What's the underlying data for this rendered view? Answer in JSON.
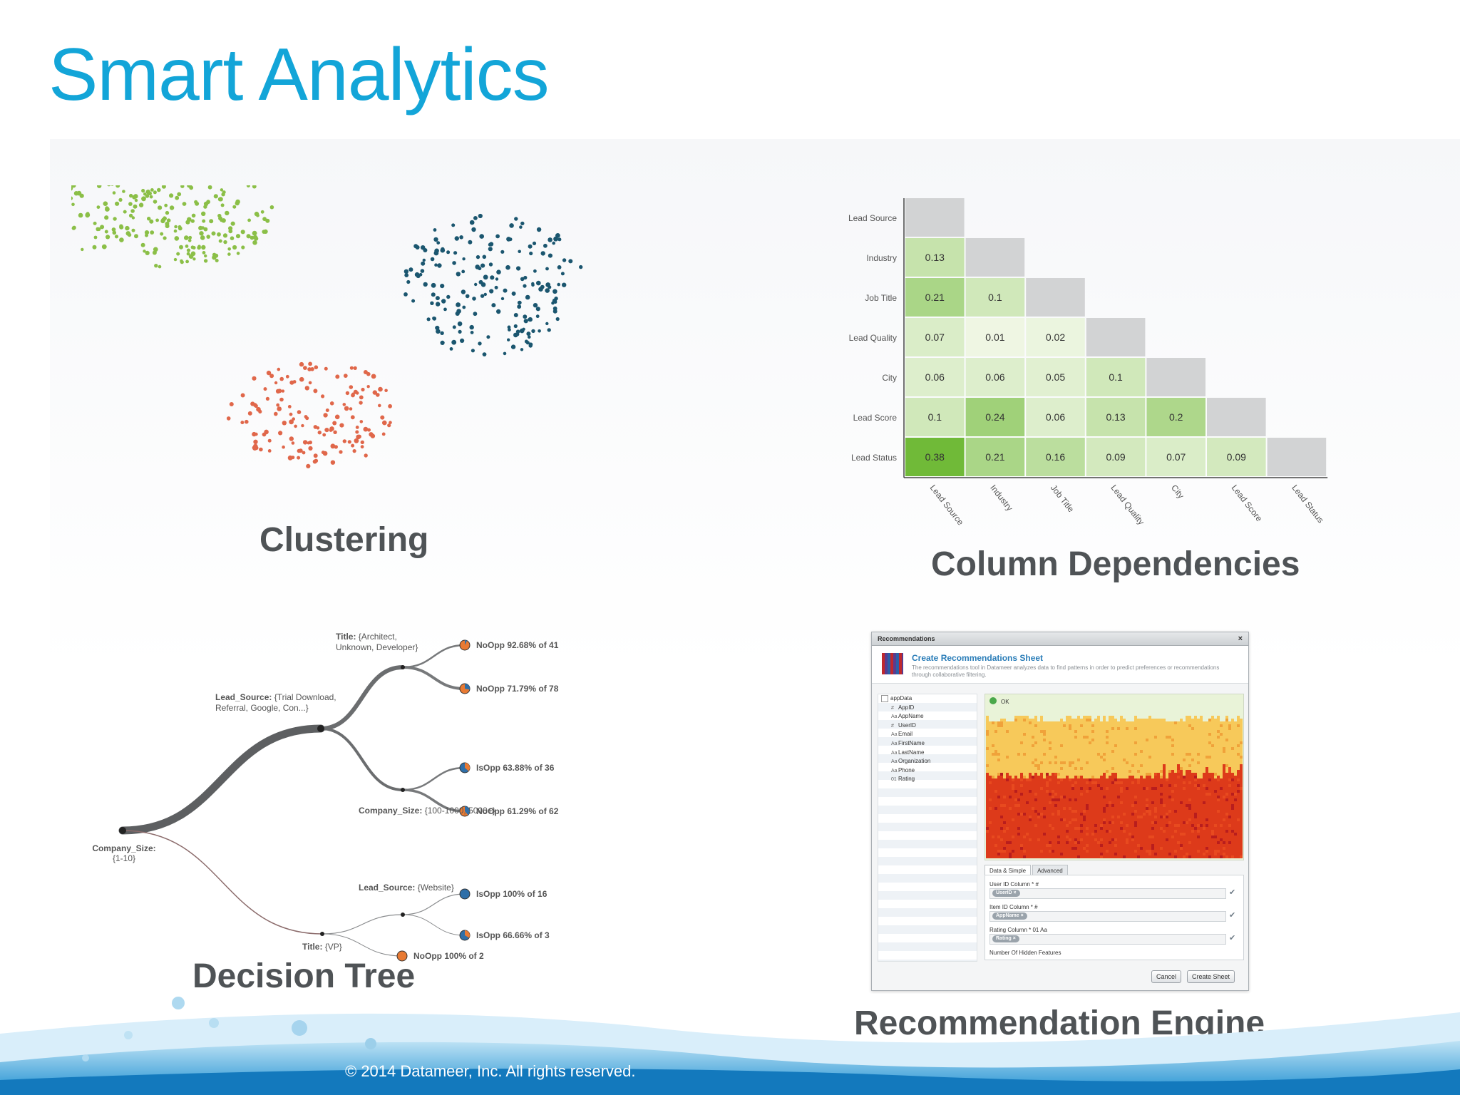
{
  "slide": {
    "title": "Smart Analytics",
    "footer": "© 2014 Datameer, Inc. All rights reserved."
  },
  "panels": {
    "clustering": {
      "caption": "Clustering"
    },
    "column_dependencies": {
      "caption": "Column Dependencies"
    },
    "decision_tree": {
      "caption": "Decision Tree"
    },
    "recommendation_engine": {
      "caption": "Recommendation Engine"
    }
  },
  "colors": {
    "title_blue": "#13a5d8",
    "caption_gray": "#4f5356",
    "cluster_green": "#8bbf47",
    "cluster_blue": "#1b566f",
    "cluster_red": "#e0674a",
    "footer_wave": "#1d8fd1"
  },
  "chart_data": [
    {
      "type": "scatter",
      "title": "",
      "clusters": [
        {
          "name": "",
          "color": "#8bbf47",
          "center": [
            230,
            300
          ],
          "spread": [
            155,
            75
          ],
          "count": 260
        },
        {
          "name": "",
          "color": "#1b566f",
          "center": [
            690,
            400
          ],
          "spread": [
            130,
            100
          ],
          "count": 190
        },
        {
          "name": "",
          "color": "#e0674a",
          "center": [
            440,
            580
          ],
          "spread": [
            120,
            75
          ],
          "count": 150
        }
      ]
    },
    {
      "type": "heatmap",
      "title": "",
      "rows": [
        "Lead Source",
        "Industry",
        "Job Title",
        "Lead Quality",
        "City",
        "Lead Score",
        "Lead Status"
      ],
      "cols": [
        "Lead Source",
        "Industry",
        "Job Title",
        "Lead Quality",
        "City",
        "Lead Score",
        "Lead Status"
      ],
      "cells": [
        [
          null,
          null,
          null,
          null,
          null,
          null,
          null
        ],
        [
          "0.13",
          null,
          null,
          null,
          null,
          null,
          null
        ],
        [
          "0.21",
          "0.1",
          null,
          null,
          null,
          null,
          null
        ],
        [
          "0.07",
          "0.01",
          "0.02",
          null,
          null,
          null,
          null
        ],
        [
          "0.06",
          "0.06",
          "0.05",
          "0.1",
          null,
          null,
          null
        ],
        [
          "0.1",
          "0.24",
          "0.06",
          "0.13",
          "0.2",
          null,
          null
        ],
        [
          "0.38",
          "0.21",
          "0.16",
          "0.09",
          "0.07",
          "0.09",
          null
        ]
      ]
    },
    {
      "type": "tree",
      "title": "",
      "internal_labels": [
        {
          "bold": "Company_Size:",
          "rest": "{1-10}"
        },
        {
          "bold": "Lead_Source:",
          "rest": "{Trial Download,",
          "rest2": "Referral, Google, Con...}"
        },
        {
          "bold": "Title:",
          "rest": "{Architect,",
          "rest2": "Unknown, Developer}"
        },
        {
          "bold": "Company_Size:",
          "rest": "{100-1000, 5000+}"
        },
        {
          "bold": "Title:",
          "rest": "{VP}"
        },
        {
          "bold": "Lead_Source:",
          "rest": "{Website}"
        }
      ],
      "leaves": [
        {
          "label": "NoOpp 92.68% of 41",
          "outcome": "NoOpp",
          "share": 0.9268
        },
        {
          "label": "NoOpp 71.79% of 78",
          "outcome": "NoOpp",
          "share": 0.7179
        },
        {
          "label": "IsOpp 63.88% of 36",
          "outcome": "IsOpp",
          "share": 0.6388
        },
        {
          "label": "NoOpp 61.29% of 62",
          "outcome": "NoOpp",
          "share": 0.6129
        },
        {
          "label": "IsOpp 100% of 16",
          "outcome": "IsOpp",
          "share": 1.0
        },
        {
          "label": "IsOpp 66.66% of 3",
          "outcome": "IsOpp",
          "share": 0.6666
        },
        {
          "label": "NoOpp 100% of 2",
          "outcome": "NoOpp",
          "share": 1.0
        }
      ]
    }
  ],
  "dialog": {
    "title": "Recommendations",
    "close": "×",
    "header_title": "Create Recommendations Sheet",
    "header_desc": "The recommendations tool in Datameer analyzes data to find patterns in order to predict preferences or recommendations through collaborative filtering.",
    "tree_root": "appData",
    "tree_items": [
      {
        "type": "#",
        "label": "AppID"
      },
      {
        "type": "Aa",
        "label": "AppName"
      },
      {
        "type": "#",
        "label": "UserID"
      },
      {
        "type": "Aa",
        "label": "Email"
      },
      {
        "type": "Aa",
        "label": "FirstName"
      },
      {
        "type": "Aa",
        "label": "LastName"
      },
      {
        "type": "Aa",
        "label": "Organization"
      },
      {
        "type": "Aa",
        "label": "Phone"
      },
      {
        "type": "01",
        "label": "Rating"
      }
    ],
    "status": "OK",
    "tabs": [
      "Data & Simple",
      "Advanced"
    ],
    "fields": [
      {
        "label": "User ID Column *  #",
        "value": "UserID ×"
      },
      {
        "label": "Item ID Column *  #",
        "value": "AppName ×"
      },
      {
        "label": "Rating Column *  01  Aa",
        "value": "Rating ×"
      }
    ],
    "hidden_features_label": "Number Of Hidden Features",
    "cancel": "Cancel",
    "create": "Create Sheet"
  }
}
